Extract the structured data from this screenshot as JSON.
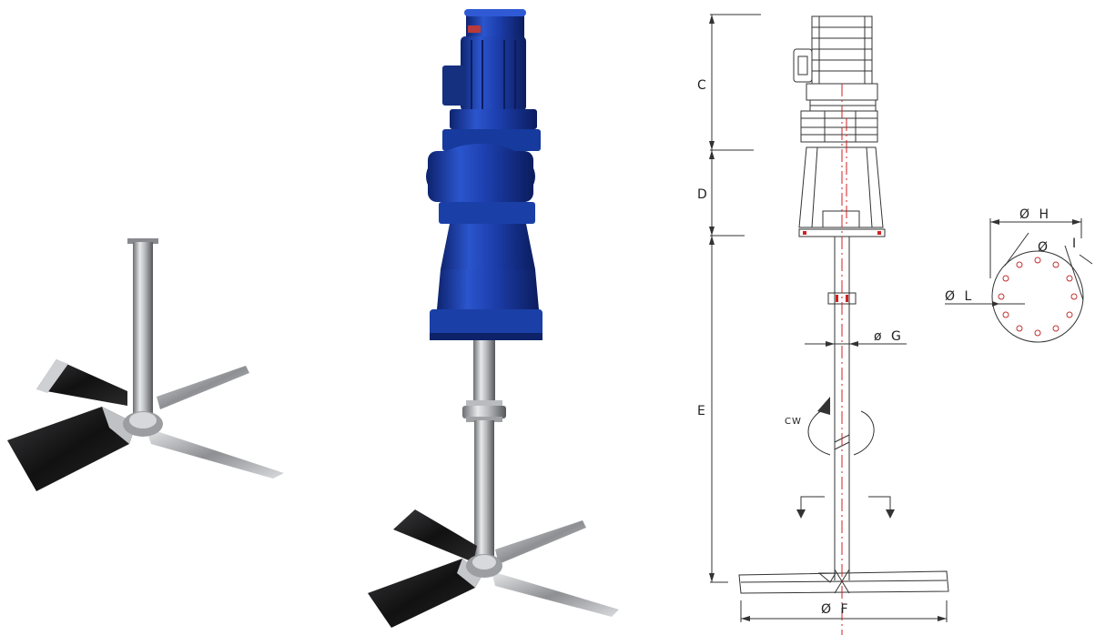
{
  "drawing": {
    "dimension_labels": {
      "c": "C",
      "d": "D",
      "e": "E",
      "f": "Ø F",
      "g": "ø G",
      "h": "Ø H",
      "i": "I",
      "l": "Ø L",
      "pcd": "Ø",
      "rotation": "CW"
    }
  },
  "colors": {
    "motor_blue": "#1e45b8",
    "motor_blue_dark": "#0f2a7a",
    "steel": "#a9abaf",
    "blade_dark": "#1c1c1c",
    "centerline_red": "#d02020",
    "line": "#333333"
  }
}
